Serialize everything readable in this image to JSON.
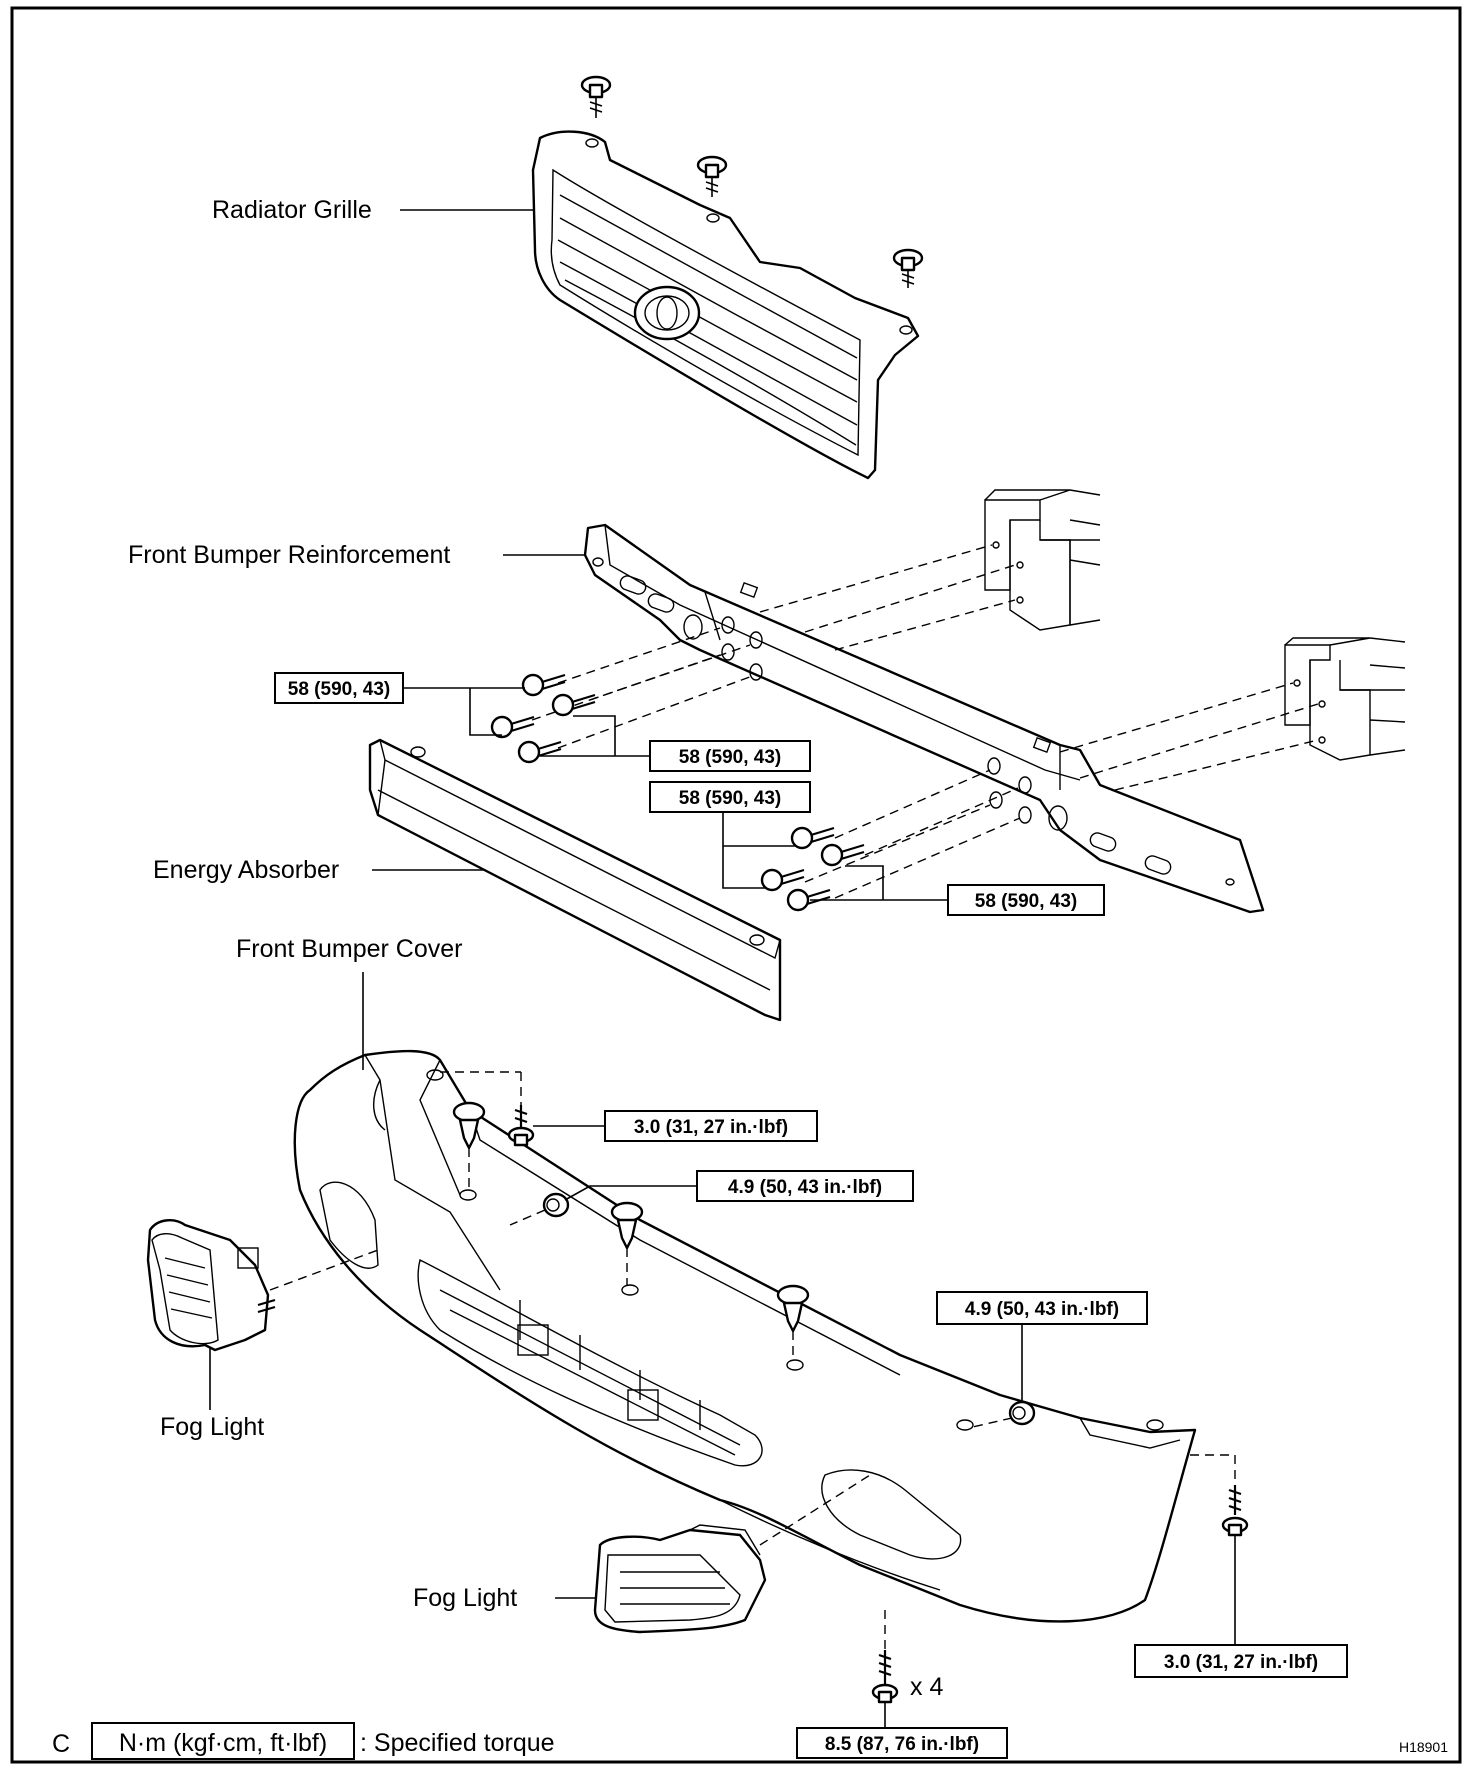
{
  "labels": {
    "radiator_grille": "Radiator Grille",
    "front_bumper_reinforcement": "Front Bumper Reinforcement",
    "energy_absorber": "Energy Absorber",
    "front_bumper_cover": "Front Bumper Cover",
    "fog_light_left": "Fog Light",
    "fog_light_lower": "Fog Light"
  },
  "torques": {
    "reinf_left_upper": "58 (590, 43)",
    "reinf_left_lower": "58 (590, 43)",
    "reinf_right_upper": "58 (590, 43)",
    "reinf_right_lower": "58 (590, 43)",
    "cover_bolt_top": "3.0 (31, 27 in.·lbf)",
    "cover_nut_left": "4.9 (50, 43 in.·lbf)",
    "cover_nut_right": "4.9 (50, 43 in.·lbf)",
    "cover_bolt_right": "3.0 (31, 27 in.·lbf)",
    "cover_bolt_bottom": "8.5 (87, 76 in.·lbf)"
  },
  "quantity": "x 4",
  "legend": {
    "letter": "C",
    "unit": "N·m (kgf·cm, ft·lbf)",
    "text": ": Specified torque"
  },
  "figure_id": "H18901"
}
